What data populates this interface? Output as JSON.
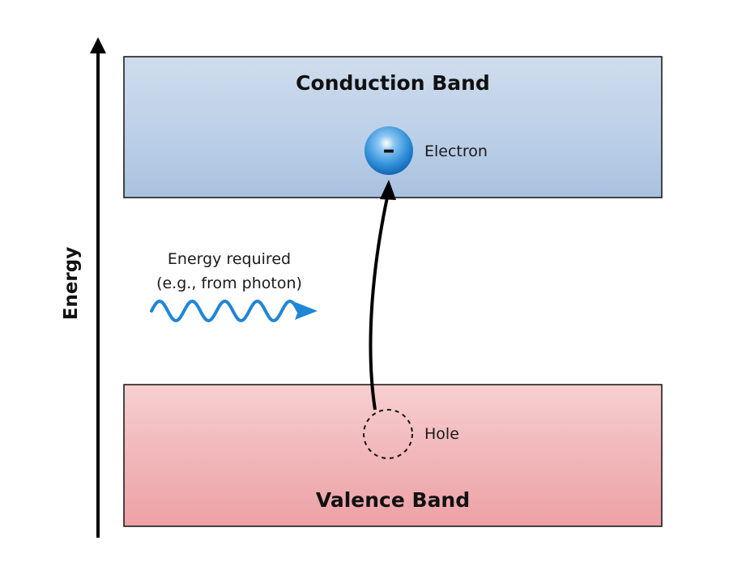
{
  "axis": {
    "label": "Energy"
  },
  "conduction_band": {
    "title": "Conduction Band",
    "color_top": "#c9d8ea",
    "color_bottom": "#aac2e0"
  },
  "valence_band": {
    "title": "Valence Band",
    "color_top": "#f6c8cb",
    "color_bottom": "#eea4a9"
  },
  "electron": {
    "label": "Electron",
    "symbol": "–",
    "color": "#1f86d8"
  },
  "hole": {
    "label": "Hole"
  },
  "photon": {
    "label_line1": "Energy required",
    "label_line2": "(e.g., from photon)",
    "color": "#1f86d8"
  }
}
